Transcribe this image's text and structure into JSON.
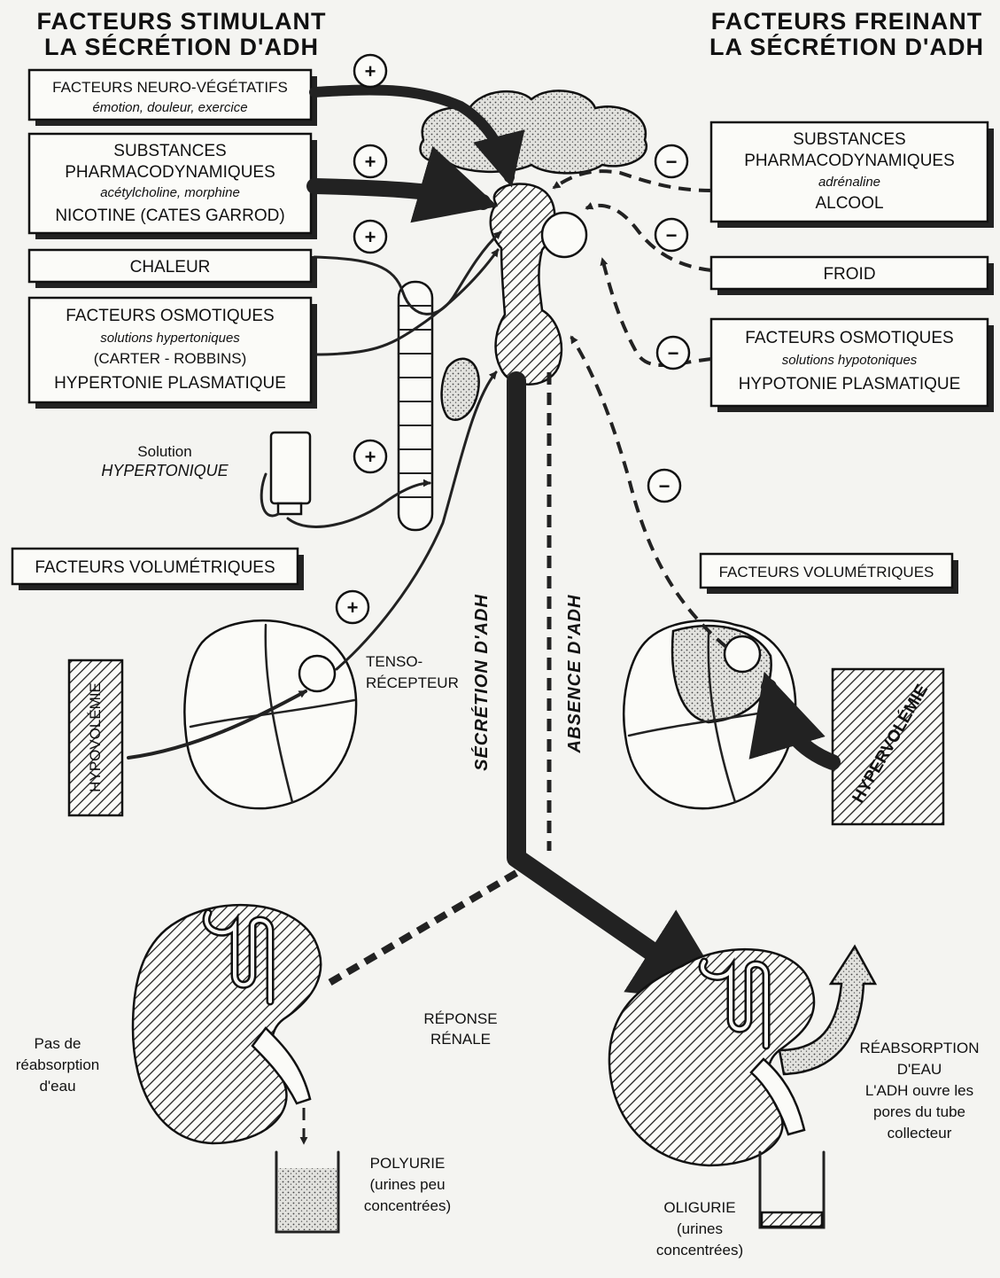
{
  "stimulant": {
    "title_line1": "FACTEURS STIMULANT",
    "title_line2": "LA SÉCRÉTION D'ADH",
    "neuro": {
      "l1": "FACTEURS NEURO-VÉGÉTATIFS",
      "l2": "émotion, douleur, exercice"
    },
    "pharma": {
      "l1": "SUBSTANCES",
      "l2": "PHARMACODYNAMIQUES",
      "l3": "acétylcholine, morphine",
      "l4": "NICOTINE (CATES GARROD)"
    },
    "chaleur": "CHALEUR",
    "osmo": {
      "l1": "FACTEURS OSMOTIQUES",
      "l2": "solutions hypertoniques",
      "l3": "(CARTER - ROBBINS)",
      "l4": "HYPERTONIE PLASMATIQUE"
    },
    "solution": {
      "l1": "Solution",
      "l2": "HYPERTONIQUE"
    },
    "volum": "FACTEURS VOLUMÉTRIQUES",
    "hypovolemie": "HYPOVOLÉMIE",
    "tenso": {
      "l1": "TENSO-",
      "l2": "RÉCEPTEUR"
    }
  },
  "freinant": {
    "title_line1": "FACTEURS FREINANT",
    "title_line2": "LA SÉCRÉTION D'ADH",
    "pharma": {
      "l1": "SUBSTANCES",
      "l2": "PHARMACODYNAMIQUES",
      "l3": "adrénaline",
      "l4": "ALCOOL"
    },
    "froid": "FROID",
    "osmo": {
      "l1": "FACTEURS OSMOTIQUES",
      "l2": "solutions hypotoniques",
      "l3": "HYPOTONIE PLASMATIQUE"
    },
    "volum": "FACTEURS VOLUMÉTRIQUES",
    "hypervolemie": "HYPERVOLÉMIE"
  },
  "signs": {
    "plus": "+",
    "minus": "−"
  },
  "center": {
    "secretion": "SÉCRÉTION D'ADH",
    "absence": "ABSENCE D'ADH",
    "reponse_l1": "RÉPONSE",
    "reponse_l2": "RÉNALE"
  },
  "left_kidney": {
    "label_l1": "Pas de",
    "label_l2": "réabsorption",
    "label_l3": "d'eau",
    "result_l1": "POLYURIE",
    "result_l2": "(urines peu",
    "result_l3": "concentrées)"
  },
  "right_kidney": {
    "label_l1": "RÉABSORPTION",
    "label_l2": "D'EAU",
    "label_l3": "L'ADH ouvre les",
    "label_l4": "pores du tube",
    "label_l5": "collecteur",
    "result_l1": "OLIGURIE",
    "result_l2": "(urines",
    "result_l3": "concentrées)"
  }
}
